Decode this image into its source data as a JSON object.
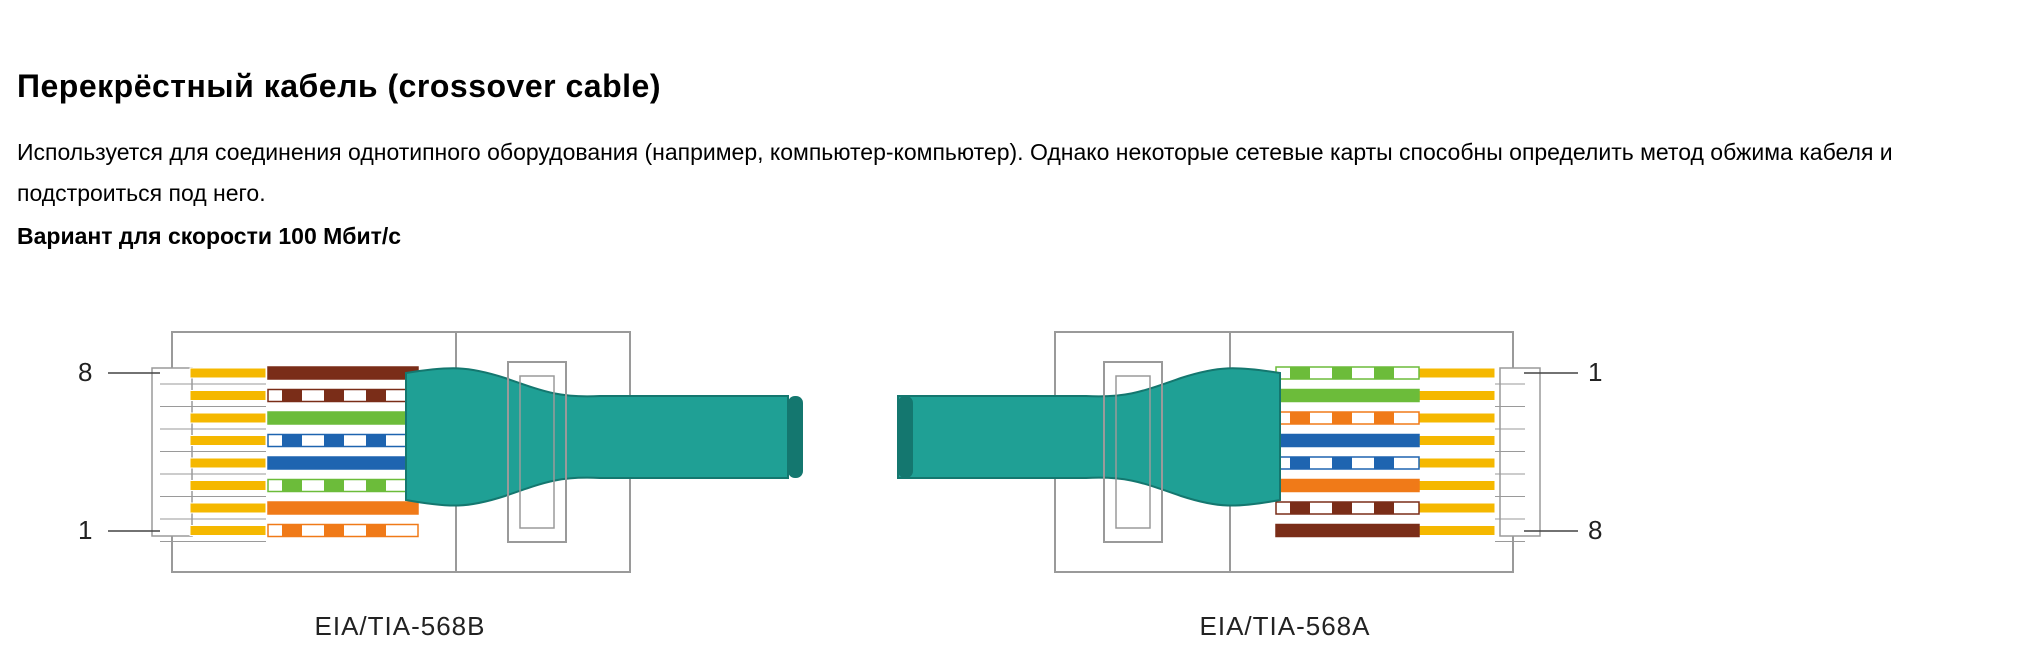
{
  "page": {
    "title": "Перекрёстный кабель (crossover cable)",
    "description": "Используется для соединения однотипного оборудования (например, компьютер-компьютер). Однако некоторые сетевые карты способны определить метод обжима кабеля и подстроиться под него.",
    "variant": "Вариант для скорости 100 Мбит/с"
  },
  "diagram": {
    "colors": {
      "jacket": "#1fa095",
      "jacket_dark": "#14776f",
      "plug_outline": "#9a9a9a",
      "orange": "#f07a18",
      "green": "#6cbc3a",
      "blue": "#1e64b0",
      "brown": "#7a2d18",
      "contact": "#f5b800"
    },
    "left_plug": {
      "standard": "EIA/TIA-568B",
      "top_pin_label": "8",
      "bottom_pin_label": "1",
      "wires_top_to_bottom": [
        "brown",
        "white-brown",
        "green",
        "white-blue",
        "blue",
        "white-green",
        "orange",
        "white-orange"
      ]
    },
    "right_plug": {
      "standard": "EIA/TIA-568A",
      "top_pin_label": "1",
      "bottom_pin_label": "8",
      "wires_top_to_bottom": [
        "white-green",
        "green",
        "white-orange",
        "blue",
        "white-blue",
        "orange",
        "white-brown",
        "brown"
      ]
    }
  }
}
